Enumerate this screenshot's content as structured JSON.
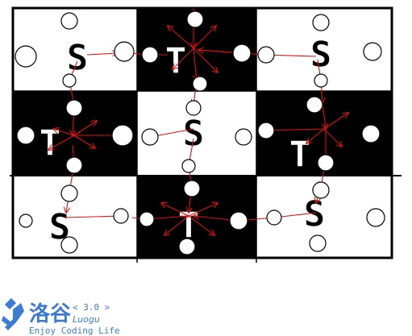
{
  "grid": {
    "rows": 3,
    "cols": 3,
    "cells": [
      {
        "row": 0,
        "col": 0,
        "fill": "white",
        "letter": "S"
      },
      {
        "row": 0,
        "col": 1,
        "fill": "black",
        "letter": "T"
      },
      {
        "row": 0,
        "col": 2,
        "fill": "white",
        "letter": "S"
      },
      {
        "row": 1,
        "col": 0,
        "fill": "black",
        "letter": "T"
      },
      {
        "row": 1,
        "col": 1,
        "fill": "white",
        "letter": "S"
      },
      {
        "row": 1,
        "col": 2,
        "fill": "black",
        "letter": "T"
      },
      {
        "row": 2,
        "col": 0,
        "fill": "white",
        "letter": "S"
      },
      {
        "row": 2,
        "col": 1,
        "fill": "black",
        "letter": "T"
      },
      {
        "row": 2,
        "col": 2,
        "fill": "white",
        "letter": "S"
      }
    ]
  },
  "colors": {
    "black_cell": "#000000",
    "white_cell": "#ffffff",
    "node_fill": "#ffffff",
    "edge": "#e01010",
    "brand": "#3b7bd4"
  },
  "watermark": {
    "icon": "luogu-logo-icon",
    "name": "洛谷",
    "version": "< 3.0 >",
    "latin": "Luogu",
    "slogan": "Enjoy Coding Life"
  }
}
